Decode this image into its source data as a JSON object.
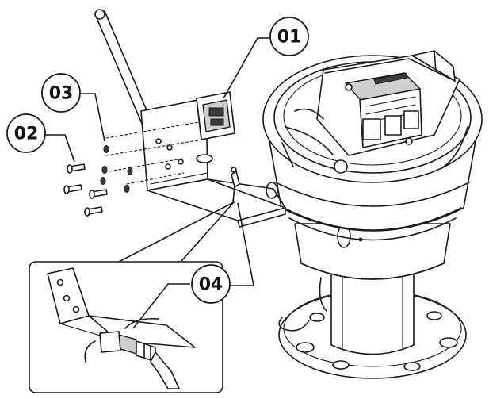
{
  "callouts": {
    "c01": "01",
    "c02": "02",
    "c03": "03",
    "c04": "04"
  },
  "colors": {
    "line": "#1a1a1a",
    "background": "#ffffff",
    "shade": "#cfcfcf"
  },
  "icons": {
    "camera": "dome-camera-exploded-icon",
    "bracket": "mounting-bracket-icon",
    "screws": "screw-set-icon",
    "washers": "washer-set-icon",
    "module": "connector-module-icon",
    "cable": "cable-gland-icon"
  }
}
